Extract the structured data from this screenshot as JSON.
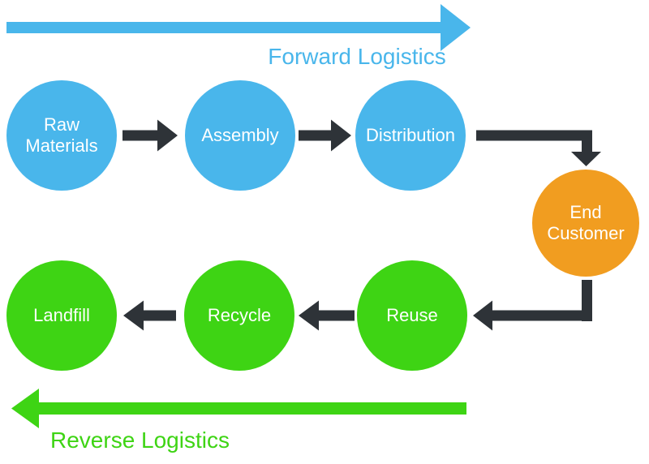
{
  "colors": {
    "blue": "#49B6EB",
    "green": "#3ED414",
    "orange": "#F19D20",
    "dark": "#2E3338",
    "node_text": "#FFFFFF",
    "background": "#FFFFFF"
  },
  "forward": {
    "caption": "Forward Logistics",
    "nodes": [
      {
        "label": "Raw\nMaterials"
      },
      {
        "label": "Assembly"
      },
      {
        "label": "Distribution"
      }
    ]
  },
  "customer": {
    "label": "End\nCustomer"
  },
  "reverse": {
    "caption": "Reverse Logistics",
    "nodes": [
      {
        "label": "Reuse"
      },
      {
        "label": "Recycle"
      },
      {
        "label": "Landfill"
      }
    ]
  }
}
